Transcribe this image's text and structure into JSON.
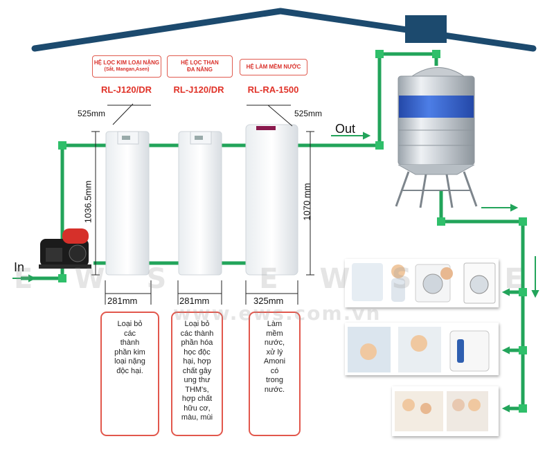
{
  "filters": [
    {
      "heading": "HỆ LỌC KIM LOẠI NẶNG",
      "subheading": "(Sắt, Mangan,Asen)",
      "model": "RL-J120/DR",
      "width": "281mm",
      "description": [
        "Loại bỏ",
        "các",
        "thành",
        "phần kim",
        "loại nặng",
        "độc hại."
      ]
    },
    {
      "heading": "HỆ LỌC THAN",
      "subheading": "ĐA NĂNG",
      "model": "RL-J120/DR",
      "width": "281mm",
      "description": [
        "Loại bỏ",
        "các thành",
        "phần hóa",
        "học độc",
        "hại, hợp",
        "chất gây",
        "ung thư",
        "THM's,",
        "hợp chất",
        "hữu cơ,",
        "màu, mùi"
      ]
    },
    {
      "heading": "HỆ LÀM MỀM NƯỚC",
      "subheading": "",
      "model": "RL-RA-1500",
      "width": "325mm",
      "description": [
        "Làm",
        "mềm",
        "nước,",
        "xử lý",
        "Amoni",
        "có",
        "trong",
        "nước."
      ]
    }
  ],
  "dimensions": {
    "depth_left": "525mm",
    "depth_right": "525mm",
    "height_left": "1036.5mm",
    "height_right": "1070 mm"
  },
  "flow": {
    "in": "In",
    "out": "Out"
  },
  "watermark": {
    "brand": "EWS",
    "site": "www.ews.com.vn"
  },
  "colors": {
    "pipe": "#22a45a",
    "roof": "#1c4a6e",
    "accent": "#e03228",
    "tank_band": "#2f63c9"
  }
}
